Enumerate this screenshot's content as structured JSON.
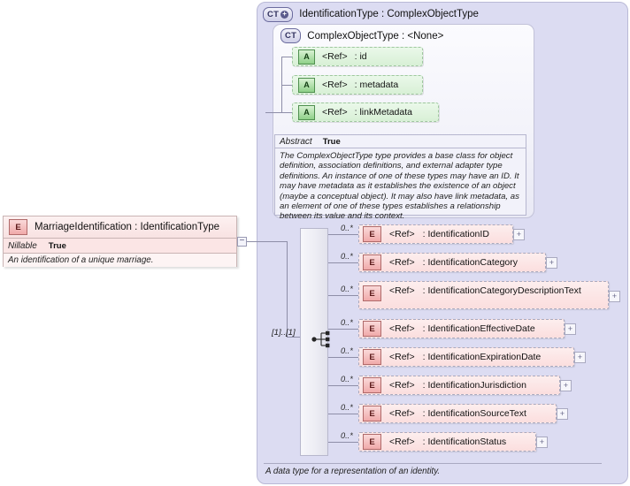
{
  "diagram": {
    "type_box": {
      "icon": "complextype-expand-icon",
      "icon_label": "CT",
      "title": "IdentificationType : ComplexObjectType",
      "footer_documentation": "A data type for a representation of an identity."
    },
    "base_type_box": {
      "icon": "complextype-icon",
      "icon_label": "CT",
      "title": "ComplexObjectType : <None>",
      "attributes": [
        {
          "icon_label": "A",
          "ref": "<Ref>",
          "name": ": id"
        },
        {
          "icon_label": "A",
          "ref": "<Ref>",
          "name": ": metadata"
        },
        {
          "icon_label": "A",
          "ref": "<Ref>",
          "name": ": linkMetadata"
        }
      ],
      "abstract": {
        "key": "Abstract",
        "value": "True"
      },
      "documentation": "The ComplexObjectType type provides a base class for object definition, association definitions, and external adapter type definitions. An instance of one of these types may have an ID. It may have metadata as it establishes the existence of an object (maybe a conceptual object). It may also have link metadata, as an element of one of these types establishes a relationship between its value and its context."
    },
    "element_box": {
      "icon_label": "E",
      "title": "MarriageIdentification : IdentificationType",
      "nillable": {
        "key": "Nillable",
        "value": "True"
      },
      "documentation": "An identification of a unique marriage.",
      "collapse_toggle": "−"
    },
    "sequence": {
      "cardinality": "[1]..[1]",
      "icon": "sequence-compositor-icon"
    },
    "elements": [
      {
        "icon_label": "E",
        "ref": "<Ref>",
        "name": ": IdentificationID",
        "occurrence": "0..*",
        "expand": "+"
      },
      {
        "icon_label": "E",
        "ref": "<Ref>",
        "name": ": IdentificationCategory",
        "occurrence": "0..*",
        "expand": "+"
      },
      {
        "icon_label": "E",
        "ref": "<Ref>",
        "name": ": IdentificationCategoryDescriptionText",
        "occurrence": "0..*",
        "expand": "+"
      },
      {
        "icon_label": "E",
        "ref": "<Ref>",
        "name": ": IdentificationEffectiveDate",
        "occurrence": "0..*",
        "expand": "+"
      },
      {
        "icon_label": "E",
        "ref": "<Ref>",
        "name": ": IdentificationExpirationDate",
        "occurrence": "0..*",
        "expand": "+"
      },
      {
        "icon_label": "E",
        "ref": "<Ref>",
        "name": ": IdentificationJurisdiction",
        "occurrence": "0..*",
        "expand": "+"
      },
      {
        "icon_label": "E",
        "ref": "<Ref>",
        "name": ": IdentificationSourceText",
        "occurrence": "0..*",
        "expand": "+"
      },
      {
        "icon_label": "E",
        "ref": "<Ref>",
        "name": ": IdentificationStatus",
        "occurrence": "0..*",
        "expand": "+"
      }
    ]
  },
  "colors": {
    "container_fill": "#dcdcf2",
    "element_fill": "#fbdede",
    "attribute_fill": "#d8f0d6",
    "badge_stroke": "#6b6b9e"
  }
}
